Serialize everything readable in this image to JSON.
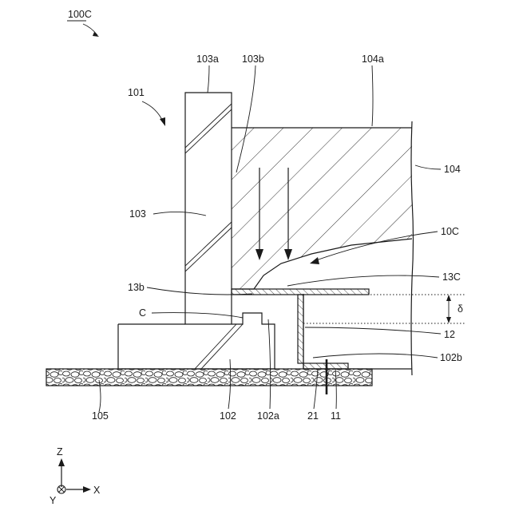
{
  "figure": {
    "id_label": "100C",
    "labels": {
      "l101": "101",
      "l103": "103",
      "l103a": "103a",
      "l103b": "103b",
      "l104a": "104a",
      "l104": "104",
      "l10C": "10C",
      "l13C": "13C",
      "l13b": "13b",
      "lC": "C",
      "ldelta": "δ",
      "l12": "12",
      "l102b": "102b",
      "l105": "105",
      "l102": "102",
      "l102a": "102a",
      "l21": "21",
      "l11": "11"
    },
    "axes": {
      "z": "Z",
      "x": "X",
      "y": "Y"
    }
  }
}
